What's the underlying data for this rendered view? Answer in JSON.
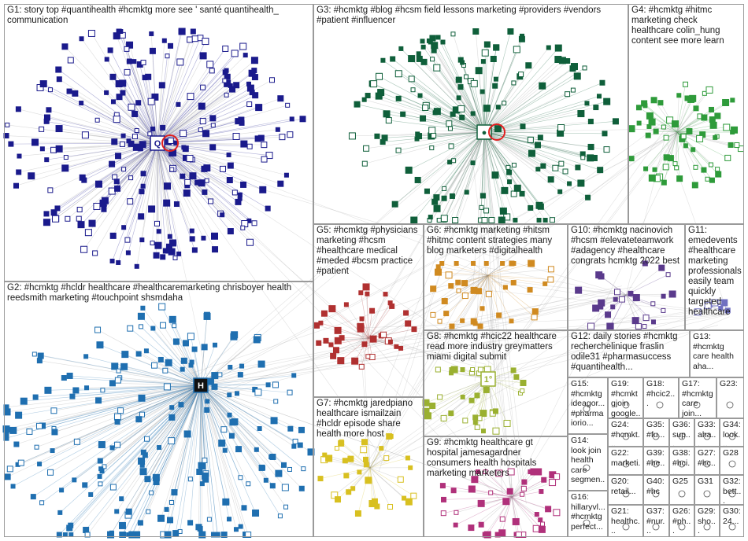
{
  "groups": [
    {
      "id": "G1",
      "label": "G1: story top #quantihealth #hcmktg more see ' santé quantihealth_ communication",
      "color": "#1a1a8c"
    },
    {
      "id": "G2",
      "label": "G2: #hcmktg #hcldr healthcare #healthcaremarketing chrisboyer health reedsmith marketing #touchpoint shsmdaha",
      "color": "#1f6fb0"
    },
    {
      "id": "G3",
      "label": "G3: #hcmktg #blog #hcsm field lessons marketing #providers #vendors #patient #influencer",
      "color": "#0f5f3a"
    },
    {
      "id": "G4",
      "label": "G4: #hcmktg #hitmc marketing check healthcare colin_hung content see more learn",
      "color": "#2e9b3a"
    },
    {
      "id": "G5",
      "label": "G5: #hcmktg #physicians marketing #hcsm #healthcare medical #meded #bcsm practice #patient",
      "color": "#b03030"
    },
    {
      "id": "G6",
      "label": "G6: #hcmktg marketing #hitsm #hitmc content strategies many blog marketers #digitalhealth",
      "color": "#d08a20"
    },
    {
      "id": "G7",
      "label": "G7: #hcmktg jaredpiano healthcare ismailzain #hcldr episode share health more host",
      "color": "#d8c020"
    },
    {
      "id": "G8",
      "label": "G8: #hcmktg #hcic22 healthcare read more industry greymatters miami digital submit",
      "color": "#9ab030"
    },
    {
      "id": "G9",
      "label": "G9: #hcmktg healthcare gt hospital jamesagardner consumers health hospitals marketing marketers",
      "color": "#b0307a"
    },
    {
      "id": "G10",
      "label": "G10: #hcmktg nacinovich #hcsm #elevateteamwork #adagency #healthcare congrats hcmktg 2022 best",
      "color": "#5a3a8c"
    },
    {
      "id": "G11",
      "label": "G11: emedevents #healthcare marketing professionals easily team quickly targeted healthcare",
      "color": "#7070c0"
    },
    {
      "id": "G12",
      "label": "G12: daily stories #hcmktg recherchelinique fraslin odile31 #pharmasuccess #quantihealth...",
      "color": "#444444"
    },
    {
      "id": "G13",
      "label": "G13: #hcmktg care health aha...",
      "color": "#444444"
    },
    {
      "id": "G14",
      "label": "G14: look join health care segmen...",
      "color": "#444444"
    },
    {
      "id": "G15",
      "label": "G15: #hcmktg ideagor... #pharma iorio...",
      "color": "#444444"
    },
    {
      "id": "G16",
      "label": "G16: hillaryvl... #hcmktg perfect...",
      "color": "#444444"
    },
    {
      "id": "G17",
      "label": "G17: #hcmktgcare join...",
      "color": "#444444"
    },
    {
      "id": "G18",
      "label": "G18: #hcic2...",
      "color": "#444444"
    },
    {
      "id": "G19",
      "label": "G19: #hcmktgjoin google...",
      "color": "#444444"
    },
    {
      "id": "G20",
      "label": "G20: retail...",
      "color": "#444444"
    },
    {
      "id": "G21",
      "label": "G21: healthc...",
      "color": "#444444"
    },
    {
      "id": "G22",
      "label": "G22: marketi...",
      "color": "#444444"
    },
    {
      "id": "G23",
      "label": "G23:",
      "color": "#444444"
    },
    {
      "id": "G24",
      "label": "G24: #hcmkt...",
      "color": "#444444"
    },
    {
      "id": "G25",
      "label": "G25",
      "color": "#444444"
    },
    {
      "id": "G26",
      "label": "G26: #ph...",
      "color": "#444444"
    },
    {
      "id": "G27",
      "label": "G27: #hc...",
      "color": "#444444"
    },
    {
      "id": "G28",
      "label": "G28",
      "color": "#444444"
    },
    {
      "id": "G29",
      "label": "G29: sho...",
      "color": "#444444"
    },
    {
      "id": "G30",
      "label": "G30: 24...",
      "color": "#444444"
    },
    {
      "id": "G31",
      "label": "G31",
      "color": "#444444"
    },
    {
      "id": "G32",
      "label": "G32: bett...",
      "color": "#444444"
    },
    {
      "id": "G33",
      "label": "G33: aha...",
      "color": "#444444"
    },
    {
      "id": "G34",
      "label": "G34: look...",
      "color": "#444444"
    },
    {
      "id": "G35",
      "label": "G35: #fu...",
      "color": "#444444"
    },
    {
      "id": "G36",
      "label": "G36: sup...",
      "color": "#444444"
    },
    {
      "id": "G37",
      "label": "G37: #nur...",
      "color": "#444444"
    },
    {
      "id": "G38",
      "label": "G38: #hci...",
      "color": "#444444"
    },
    {
      "id": "G39",
      "label": "G39: #he...",
      "color": "#444444"
    },
    {
      "id": "G40",
      "label": "G40: #hc",
      "color": "#444444"
    }
  ],
  "hub_nodes": [
    {
      "name": "hub-g1",
      "group": "G1",
      "symbol": "Q"
    },
    {
      "name": "hub-g2",
      "group": "G2",
      "symbol": "H"
    },
    {
      "name": "hub-g3",
      "group": "G3",
      "symbol": "●"
    },
    {
      "name": "hub-g8",
      "group": "G8",
      "symbol": "1°"
    }
  ]
}
